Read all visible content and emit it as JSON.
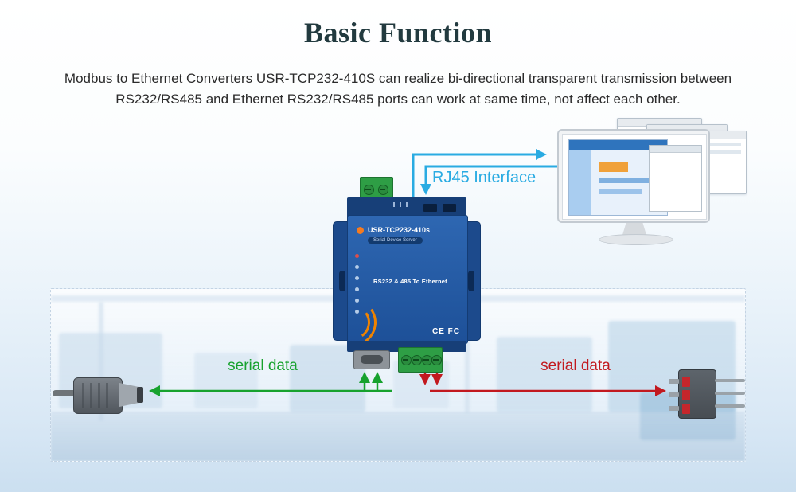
{
  "page": {
    "title": "Basic Function",
    "description": "Modbus to Ethernet Converters USR-TCP232-410S can realize bi-directional transparent transmission between RS232/RS485 and Ethernet RS232/RS485 ports can work at same time, not affect each other."
  },
  "diagram": {
    "rj45_label": "RJ45 Interface",
    "serial_data_left": "serial data",
    "serial_data_right": "serial data",
    "device": {
      "model": "USR-TCP232-410s",
      "tagline": "Serial Device Server",
      "function_text": "RS232 & 485 To Ethernet",
      "cert_marks": "CE FC"
    },
    "colors": {
      "rj45_cyan": "#29abe2",
      "serial_green": "#17a22e",
      "serial_red": "#c2191f",
      "device_blue": "#2e67b2",
      "terminal_green": "#2e9e45"
    }
  }
}
